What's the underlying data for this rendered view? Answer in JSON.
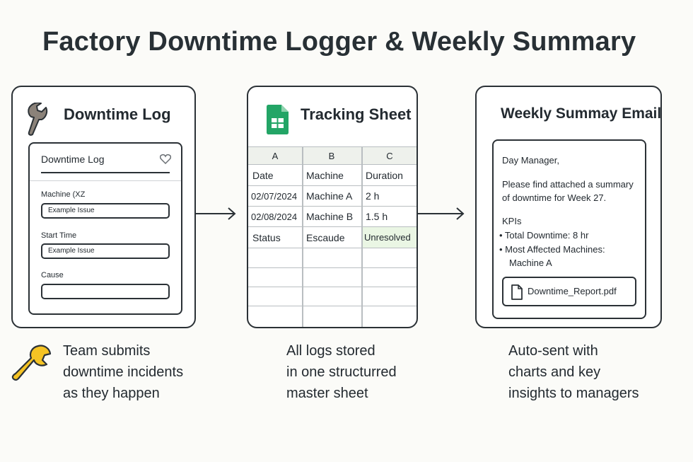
{
  "title": "Factory Downtime Logger & Weekly Summary",
  "panel1": {
    "title": "Downtime Log",
    "form": {
      "header": "Downtime Log",
      "fields": [
        {
          "label": "Machine (XZ",
          "value": "Example Issue"
        },
        {
          "label": "Start Time",
          "value": "Example Issue"
        },
        {
          "label": "Cause",
          "value": ""
        }
      ]
    }
  },
  "panel2": {
    "title": "Tracking Sheet",
    "columns": [
      "A",
      "B",
      "C"
    ],
    "rows": [
      [
        "Date",
        "Machine",
        "Duration"
      ],
      [
        "02/07/2024",
        "Machine A",
        "2 h"
      ],
      [
        "02/08/2024",
        "Machine B",
        "1.5 h"
      ],
      [
        "Status",
        "Escaude",
        "Unresolved"
      ],
      [
        "",
        "",
        ""
      ],
      [
        "",
        "",
        ""
      ],
      [
        "",
        "",
        ""
      ],
      [
        "",
        "",
        ""
      ]
    ]
  },
  "panel3": {
    "title": "Weekly Summay Email",
    "greeting": "Day Manager,",
    "body_line1": "Please find attached a summary",
    "body_line2": "of downtime for Week 27.",
    "kpis_label": "KPIs",
    "kpi1": "• Total Downtime: 8 hr",
    "kpi2_line1": "• Most Affected Machines:",
    "kpi2_line2": "Machine A",
    "attachment": "Downtime_Report.pdf"
  },
  "captions": {
    "c1": [
      "Team submits",
      "downtime incidents",
      "as they happen"
    ],
    "c2": [
      "All logs stored",
      "in one structurred",
      "master sheet"
    ],
    "c3": [
      "Auto-sent with",
      "charts and key",
      "insights to managers"
    ]
  },
  "colors": {
    "sheets_green": "#23a566",
    "wrench_gray": "#8b8279",
    "wrench_yellow": "#f5c324",
    "unresolved_bg": "#eaf6e4",
    "header_bg": "#eef1ec"
  }
}
